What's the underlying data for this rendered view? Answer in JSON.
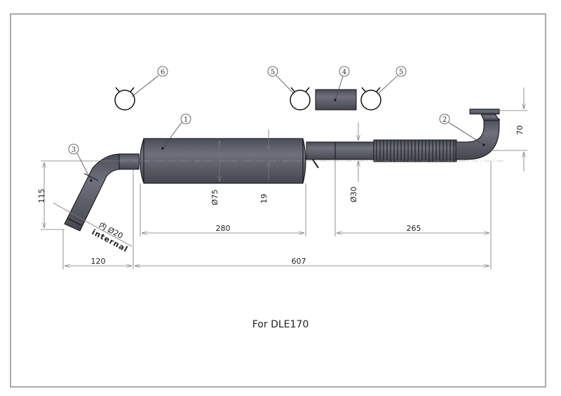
{
  "caption": "For DLE170",
  "balloons": {
    "muffler": "1",
    "header_elbow": "2",
    "tailpipe": "3",
    "sleeve": "4",
    "clamp_left": "5",
    "clamp_right": "5",
    "clamp_tail": "6"
  },
  "dimensions": {
    "tail_height": "115",
    "tail_width": "120",
    "overall_length": "607",
    "muffler_length": "280",
    "pipe_length": "265",
    "muffler_diameter": "Ø75",
    "outlet_offset": "19",
    "pipe_diameter": "Ø30",
    "flange_height": "70",
    "internal_diameter": "内 Ø20",
    "internal_label": "internal"
  },
  "colors": {
    "metal": "#5a5d68",
    "metal_light": "#8a8e9a"
  }
}
